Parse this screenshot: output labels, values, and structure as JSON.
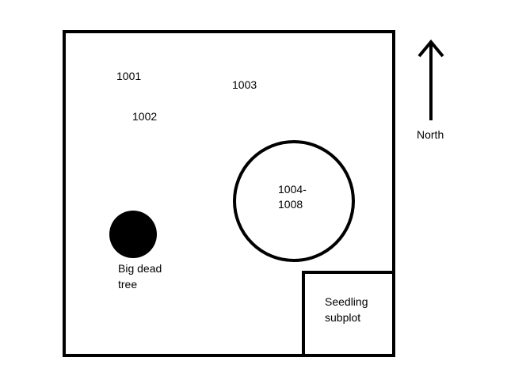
{
  "diagram": {
    "stroke_color": "#000000",
    "background_color": "#ffffff",
    "tree_labels": [
      "1001",
      "1002",
      "1003"
    ],
    "circle_label_line1": "1004-",
    "circle_label_line2": "1008",
    "dead_tree_label_line1": "Big dead",
    "dead_tree_label_line2": "tree",
    "seedling_label_line1": "Seedling",
    "seedling_label_line2": "subplot",
    "north_label": "North",
    "north_arrow_icon": "up-arrow-icon",
    "dead_tree_icon": "filled-circle-icon"
  }
}
